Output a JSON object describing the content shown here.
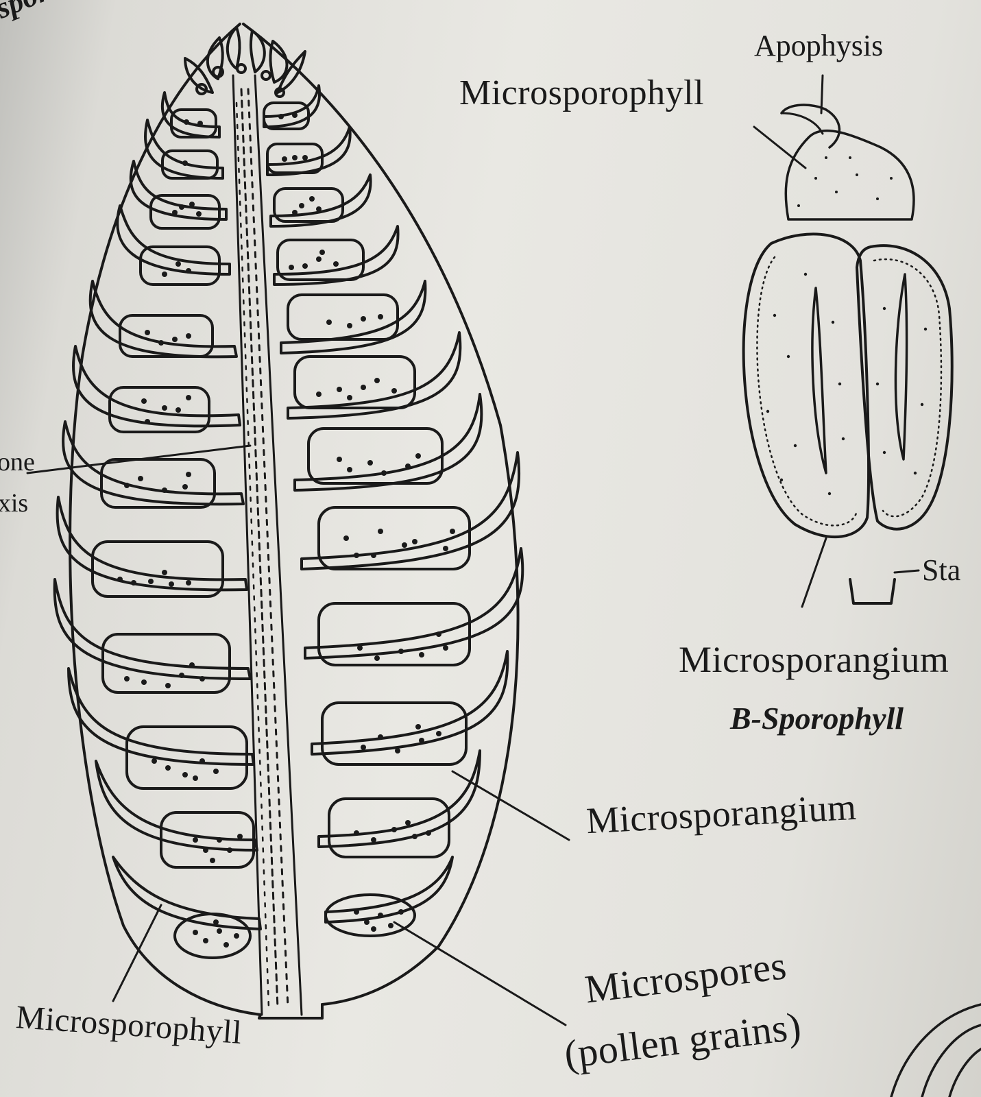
{
  "header_fragment": "spores.",
  "cone": {
    "left_axis_label_cut_1": "one",
    "left_axis_label_cut_2": "axis",
    "microsporangium_label": "Microsporangium",
    "microsporophyll_label": "Microsporophyll",
    "microspores_label_line1": "Microspores",
    "microspores_label_line2": "(pollen grains)"
  },
  "sporophyll": {
    "apophysis_label": "Apophysis",
    "microsporophyll_label": "Microsporophyll",
    "stalk_label_cut": "Sta",
    "microsporangium_label": "Microsporangium",
    "caption": "B-Sporophyll"
  }
}
